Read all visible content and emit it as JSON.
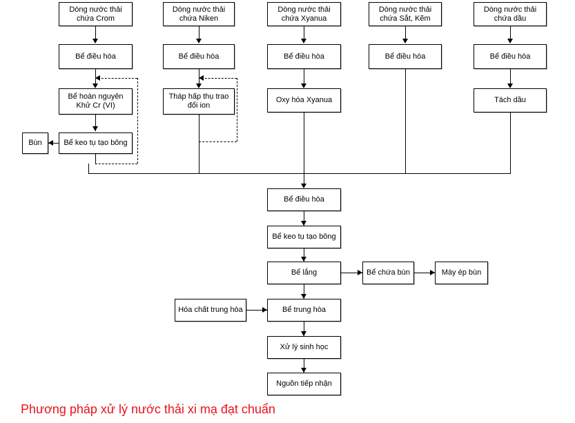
{
  "diagram": {
    "title": "Phương pháp xử lý nước thải xi mạ đạt chuẩn",
    "caption_color": "#e8131a",
    "streams": [
      {
        "id": "crom",
        "source_label": "Dòng nước thải\nchứa Crom",
        "steps": [
          "Bể điều hòa",
          "Bể hoàn nguyên\nKhử Cr (VI)",
          "Bể keo tụ tạo bông"
        ],
        "byproduct": "Bùn",
        "recycle": true
      },
      {
        "id": "niken",
        "source_label": "Dòng nước thải\nchứa Niken",
        "steps": [
          "Bể điều hòa",
          "Tháp hấp thụ trao\nđổi ion"
        ],
        "recycle": true
      },
      {
        "id": "xyanua",
        "source_label": "Dòng nước thải\nchứa Xyanua",
        "steps": [
          "Bể điều hòa",
          "Oxy hóa Xyanua"
        ],
        "recycle": false
      },
      {
        "id": "sat-kem",
        "source_label": "Dòng nước thải\nchứa Sắt, Kẽm",
        "steps": [
          "Bể điều hòa"
        ],
        "recycle": false
      },
      {
        "id": "dau",
        "source_label": "Dòng nước thải\nchứa dầu",
        "steps": [
          "Bể điều hòa",
          "Tách dầu"
        ],
        "recycle": false
      }
    ],
    "main_line": [
      "Bể điều hòa",
      "Bể keo tụ tạo bông",
      "Bể lắng",
      "Bể trung hòa",
      "Xử lý sinh học",
      "Nguồn tiếp nhận"
    ],
    "sludge_line": [
      "Bể chứa bùn",
      "Máy ép bùn"
    ],
    "chemical_input": "Hóa chất trung hòa"
  }
}
